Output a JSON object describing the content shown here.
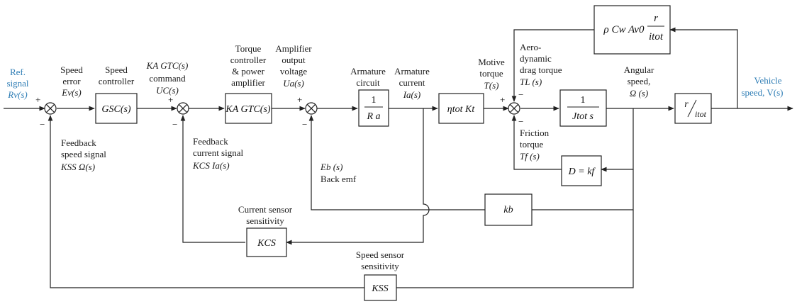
{
  "signals": {
    "ref_signal": [
      "Ref.",
      "signal",
      "Rv(s)"
    ],
    "speed_error": [
      "Speed",
      "error",
      "Ev(s)"
    ],
    "controller_cmd": [
      "KA GTC(s)",
      "command",
      "UC(s)"
    ],
    "amp_output": [
      "Amplifier",
      "output",
      "voltage",
      "Ua(s)"
    ],
    "armature_current": [
      "Armature",
      "current",
      "Ia(s)"
    ],
    "motive_torque": [
      "Motive",
      "torque",
      "T(s)"
    ],
    "aero_drag": [
      "Aero-",
      "dynamic",
      "drag torque",
      "TL (s)"
    ],
    "angular_speed": [
      "Angular",
      "speed,",
      "Ω (s)"
    ],
    "vehicle_speed": [
      "Vehicle",
      "speed, V(s)"
    ],
    "friction": [
      "Friction",
      "torque",
      "Tf (s)"
    ],
    "back_emf": [
      "Eb (s)",
      "Back emf"
    ],
    "feedback_speed": [
      "Feedback",
      "speed signal",
      "KSS Ω(s)"
    ],
    "feedback_current": [
      "Feedback",
      "current signal",
      "KCS Ia(s)"
    ]
  },
  "block_titles": {
    "speed_controller": [
      "Speed",
      "controller"
    ],
    "torque_controller": [
      "Torque",
      "controller",
      "& power",
      "amplifier"
    ],
    "armature_circuit": [
      "Armature",
      "circuit"
    ],
    "current_sensor": [
      "Current sensor",
      "sensitivity"
    ],
    "speed_sensor": [
      "Speed sensor",
      "sensitivity"
    ]
  },
  "blocks": {
    "gsc": "GSC(s)",
    "katc": "KA GTC(s)",
    "ra_num": "1",
    "ra_den": "R a",
    "eta": "ηtot Kt",
    "jtot_num": "1",
    "jtot_den": "Jtot s",
    "ratio_num": "r",
    "ratio_den": "itot",
    "aero_expr": "ρ Cw Av0",
    "aero_num": "r",
    "aero_den": "itot",
    "friction_block": "D = kf",
    "kb": "kb",
    "kcs": "KCS",
    "kss": "KSS"
  },
  "signs": {
    "plus": "+",
    "minus": "−"
  },
  "colors": {
    "accent": "#2e7db5",
    "line": "#222222"
  }
}
